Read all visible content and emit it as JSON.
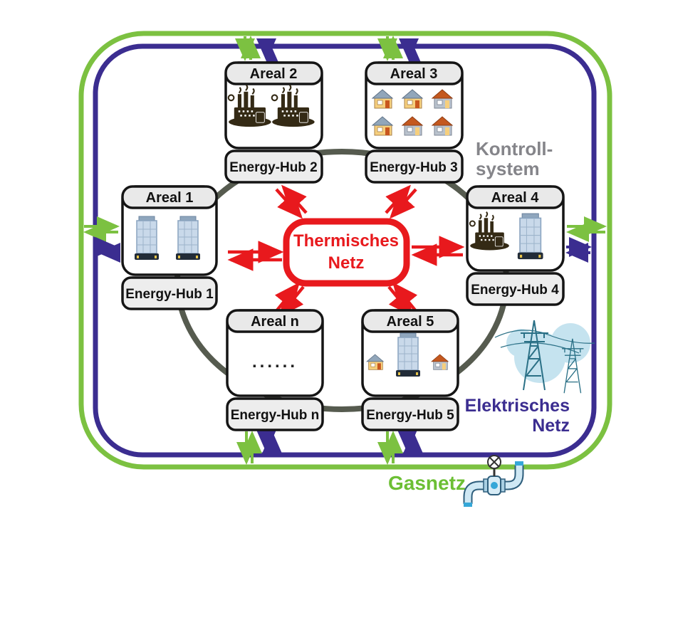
{
  "diagram": {
    "center_node": {
      "line1": "Thermisches",
      "line2": "Netz"
    },
    "areas": [
      {
        "areal": "Areal 1",
        "hub": "Energy-Hub 1",
        "icon": "two-office-towers"
      },
      {
        "areal": "Areal 2",
        "hub": "Energy-Hub 2",
        "icon": "two-factories"
      },
      {
        "areal": "Areal 3",
        "hub": "Energy-Hub 3",
        "icon": "six-houses"
      },
      {
        "areal": "Areal 4",
        "hub": "Energy-Hub 4",
        "icon": "factory-and-tower"
      },
      {
        "areal": "Areal 5",
        "hub": "Energy-Hub 5",
        "icon": "tower-and-houses"
      },
      {
        "areal": "Areal n",
        "hub": "Energy-Hub n",
        "icon": "ellipsis",
        "placeholder_dots": "......"
      }
    ],
    "labels": {
      "kontrollsystem_line1": "Kontroll-",
      "kontrollsystem_line2": "system",
      "elektrisches_line1": "Elektrisches",
      "elektrisches_line2": "Netz",
      "gasnetz": "Gasnetz"
    },
    "icons": {
      "power_lines": "transmission-towers-icon",
      "gas_valve": "gas-pipe-valve-icon"
    },
    "colors": {
      "gas_ring": "#7cc141",
      "electric_ring": "#3b2d90",
      "thermal_red": "#e8191d",
      "hub_ring_gray": "#565b4f",
      "kontroll_text": "#85858a",
      "box_fill": "#e9e9e9",
      "box_border": "#151515"
    }
  }
}
